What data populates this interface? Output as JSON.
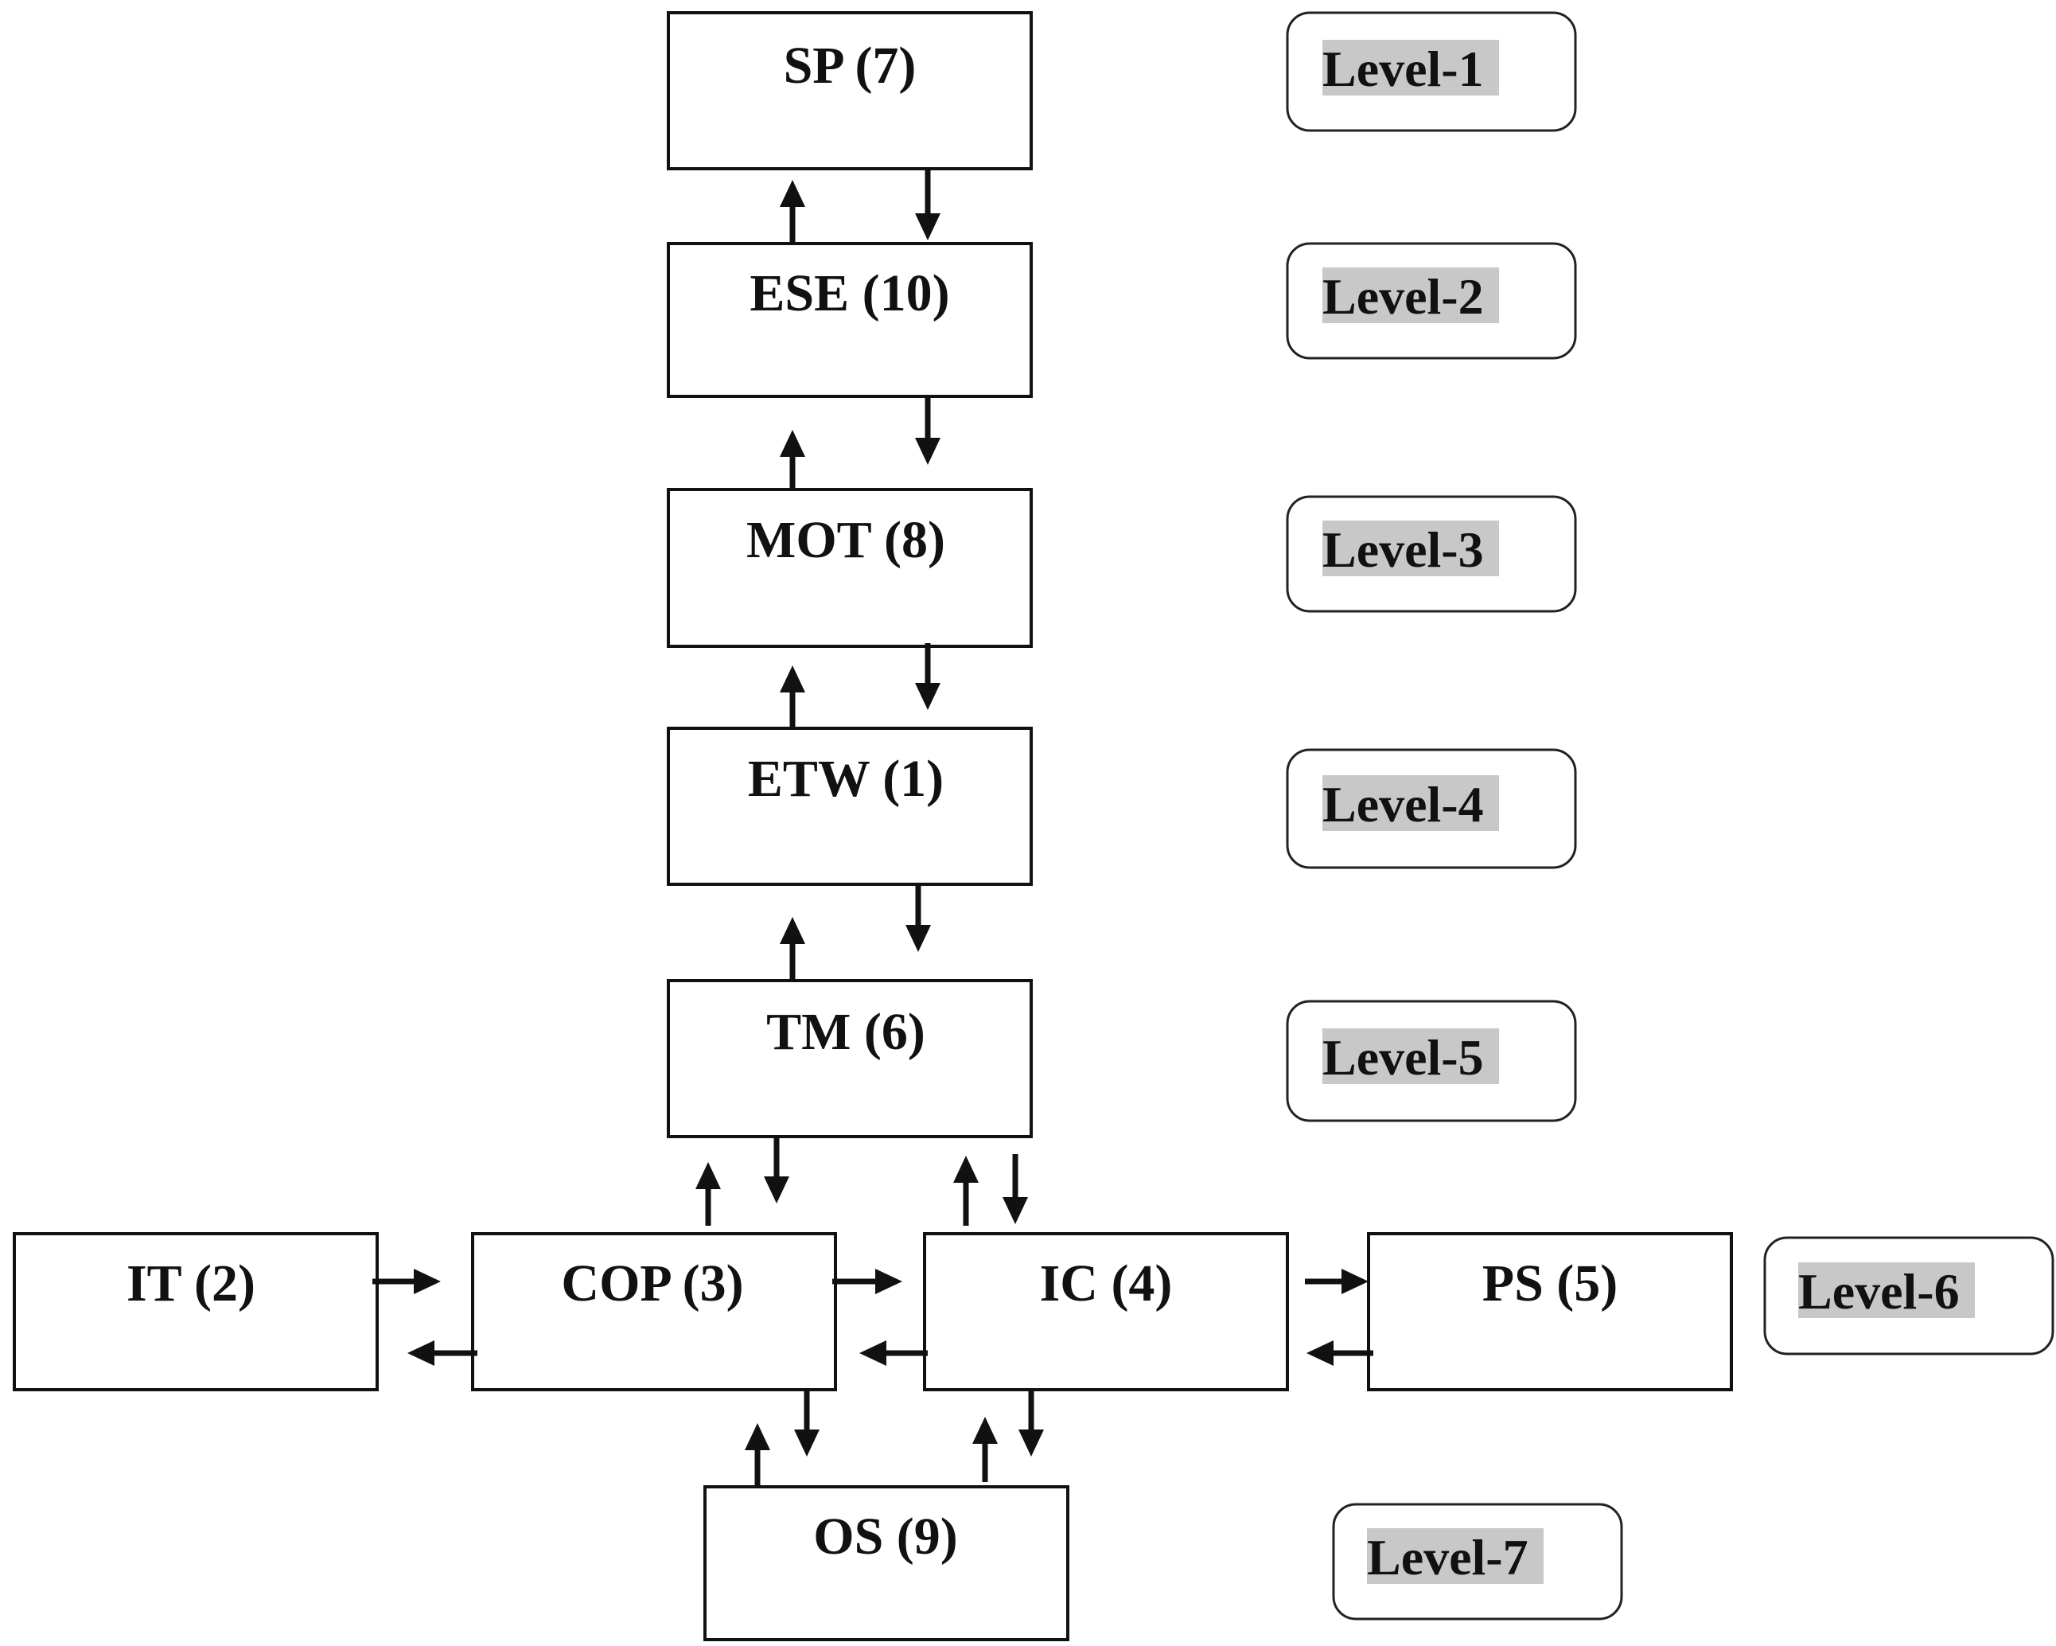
{
  "diagram": {
    "nodes": [
      {
        "id": "sp",
        "label": "SP (7)"
      },
      {
        "id": "ese",
        "label": "ESE (10)"
      },
      {
        "id": "mot",
        "label": "MOT (8)"
      },
      {
        "id": "etw",
        "label": "ETW (1)"
      },
      {
        "id": "tm",
        "label": "TM (6)"
      },
      {
        "id": "it",
        "label": "IT (2)"
      },
      {
        "id": "cop",
        "label": "COP (3)"
      },
      {
        "id": "ic",
        "label": "IC (4)"
      },
      {
        "id": "ps",
        "label": "PS (5)"
      },
      {
        "id": "os",
        "label": "OS (9)"
      }
    ],
    "levels": [
      {
        "id": "level-1",
        "label": "Level-1"
      },
      {
        "id": "level-2",
        "label": "Level-2"
      },
      {
        "id": "level-3",
        "label": "Level-3"
      },
      {
        "id": "level-4",
        "label": "Level-4"
      },
      {
        "id": "level-5",
        "label": "Level-5"
      },
      {
        "id": "level-6",
        "label": "Level-6"
      },
      {
        "id": "level-7",
        "label": "Level-7"
      }
    ],
    "edges": [
      {
        "from": "ese",
        "to": "sp"
      },
      {
        "from": "sp",
        "to": "ese"
      },
      {
        "from": "mot",
        "to": "ese"
      },
      {
        "from": "ese",
        "to": "mot"
      },
      {
        "from": "etw",
        "to": "mot"
      },
      {
        "from": "mot",
        "to": "etw"
      },
      {
        "from": "tm",
        "to": "etw"
      },
      {
        "from": "etw",
        "to": "tm"
      },
      {
        "from": "cop",
        "to": "tm"
      },
      {
        "from": "tm",
        "to": "cop"
      },
      {
        "from": "ic",
        "to": "tm"
      },
      {
        "from": "tm",
        "to": "ic"
      },
      {
        "from": "it",
        "to": "cop"
      },
      {
        "from": "cop",
        "to": "it"
      },
      {
        "from": "cop",
        "to": "ic"
      },
      {
        "from": "ic",
        "to": "cop"
      },
      {
        "from": "ic",
        "to": "ps"
      },
      {
        "from": "ps",
        "to": "ic"
      },
      {
        "from": "os",
        "to": "cop"
      },
      {
        "from": "cop",
        "to": "os"
      },
      {
        "from": "os",
        "to": "ic"
      },
      {
        "from": "ic",
        "to": "os"
      }
    ],
    "colors": {
      "stroke": "#111111",
      "level_highlight": "#c8c8c8"
    }
  }
}
